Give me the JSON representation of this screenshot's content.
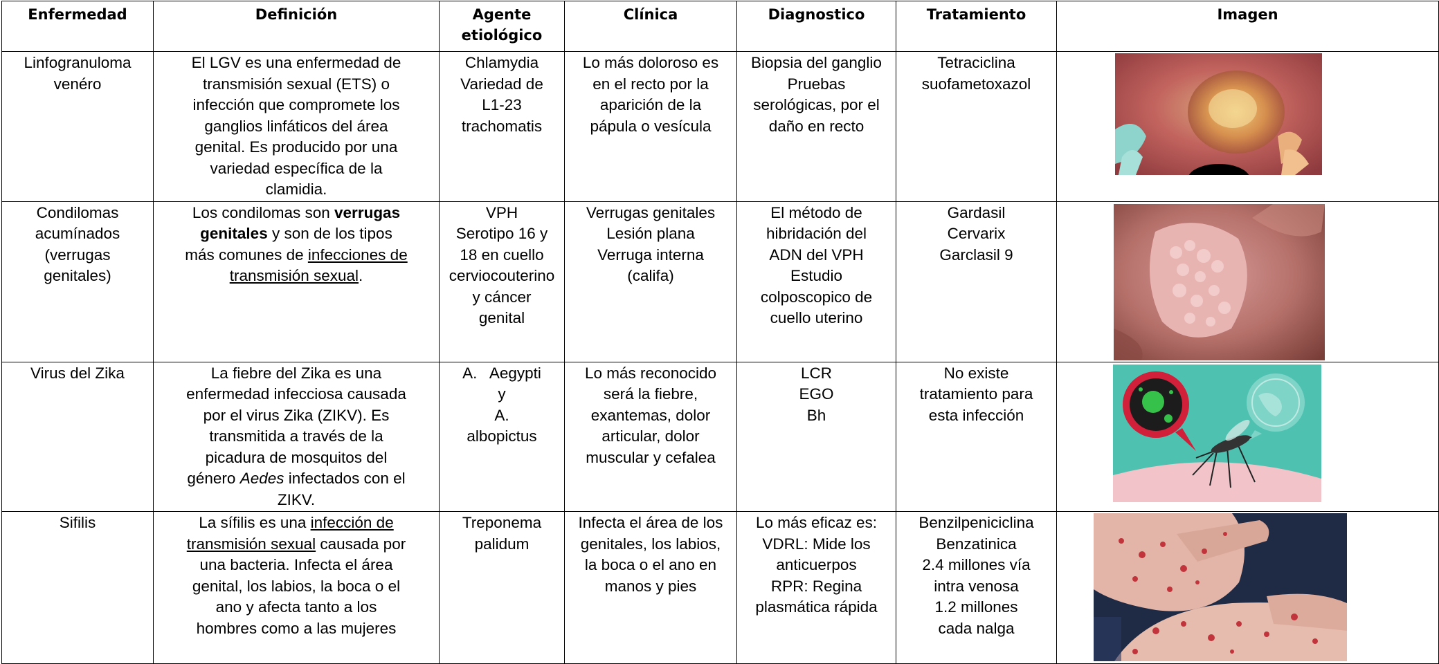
{
  "headers": [
    "Enfermedad",
    "Definición",
    "Agente etiológico",
    "Clínica",
    "Diagnostico",
    "Tratamiento",
    "Imagen"
  ],
  "rows": [
    {
      "enfermedad": [
        "Linfogranuloma",
        "venéro"
      ],
      "definicion": [
        "El LGV es una enfermedad de",
        "transmisión sexual (ETS) o",
        "infección que compromete los",
        "ganglios linfáticos del área",
        "genital. Es producido por una",
        "variedad específica de la",
        "clamidia."
      ],
      "agente": [
        "Chlamydia",
        "Variedad de",
        "L1-23",
        "trachomatis"
      ],
      "clinica": [
        "Lo más doloroso es",
        "en el recto por la",
        "aparición de la",
        "pápula o vesícula"
      ],
      "diagnostico": [
        "Biopsia del ganglio",
        "Pruebas",
        "serológicas, por el",
        "daño en recto"
      ],
      "tratamiento": [
        "Tetraciclina",
        "suofametoxazol"
      ],
      "imagen_icon": "lesion-photo-icon"
    },
    {
      "enfermedad": [
        "Condilomas",
        "acumínados",
        "(verrugas",
        "genitales)"
      ],
      "definicion_parts": {
        "l1a": "Los condilomas son ",
        "l1b": "verrugas",
        "l2a": "genitales",
        "l2b": " y son de los tipos",
        "l3a": "más comunes de ",
        "l3b": "infecciones de",
        "l4a": "transmisión sexual",
        "l4b": "."
      },
      "agente": [
        "VPH",
        "Serotipo 16 y",
        "18 en cuello",
        "cerviocouterino",
        "y cáncer",
        "genital"
      ],
      "clinica": [
        "Verrugas genitales",
        "Lesión plana",
        "Verruga interna",
        "(califa)"
      ],
      "diagnostico": [
        "El método de",
        "hibridación del",
        "ADN del VPH",
        "Estudio",
        "colposcopico de",
        "cuello uterino"
      ],
      "tratamiento": [
        "Gardasil",
        "Cervarix",
        "Garclasil 9"
      ],
      "imagen_icon": "wart-photo-icon"
    },
    {
      "enfermedad": [
        "Virus del Zika"
      ],
      "definicion_parts": {
        "l1": "La fiebre del Zika es una",
        "l2": "enfermedad infecciosa causada",
        "l3": "por el virus Zika (ZIKV). Es",
        "l4": "transmitida a través de la",
        "l5": "picadura de mosquitos del",
        "l6a": "género ",
        "l6b": "Aedes",
        "l6c": " infectados con el",
        "l7": "ZIKV."
      },
      "agente": [
        "A.   Aegypti",
        "y",
        "A.",
        "albopictus"
      ],
      "clinica": [
        "Lo más reconocido",
        "será la fiebre,",
        "exantemas, dolor",
        "articular, dolor",
        "muscular y cefalea"
      ],
      "diagnostico": [
        "LCR",
        "EGO",
        "Bh"
      ],
      "tratamiento": [
        "No existe",
        "tratamiento para",
        "esta infección"
      ],
      "imagen_icon": "mosquito-illustration-icon",
      "colors": {
        "teal": "#4fc1b1",
        "pink": "#f2c4c9",
        "red": "#d0203a",
        "green": "#36c24a"
      }
    },
    {
      "enfermedad": [
        "Sifilis"
      ],
      "definicion_parts": {
        "l1a": "La sífilis es una ",
        "l1b": "infección de",
        "l2a": "transmisión sexual",
        "l2b": " causada por",
        "l3": "una bacteria. Infecta el área",
        "l4": "genital, los labios, la boca o el",
        "l5": "ano y afecta tanto a los",
        "l6": "hombres como a las mujeres"
      },
      "agente": [
        "Treponema",
        "palidum"
      ],
      "clinica": [
        "Infecta el área de los",
        "genitales, los labios,",
        "la boca o el ano en",
        "manos y pies"
      ],
      "diagnostico": [
        "Lo más eficaz es:",
        "VDRL: Mide los",
        "anticuerpos",
        "RPR: Regina",
        "plasmática rápida"
      ],
      "tratamiento": [
        "Benzilpeniciclina",
        "Benzatinica",
        "2.4 millones vía",
        "intra venosa",
        "1.2 millones",
        "cada nalga"
      ],
      "imagen_icon": "rash-hands-feet-photo-icon"
    }
  ]
}
